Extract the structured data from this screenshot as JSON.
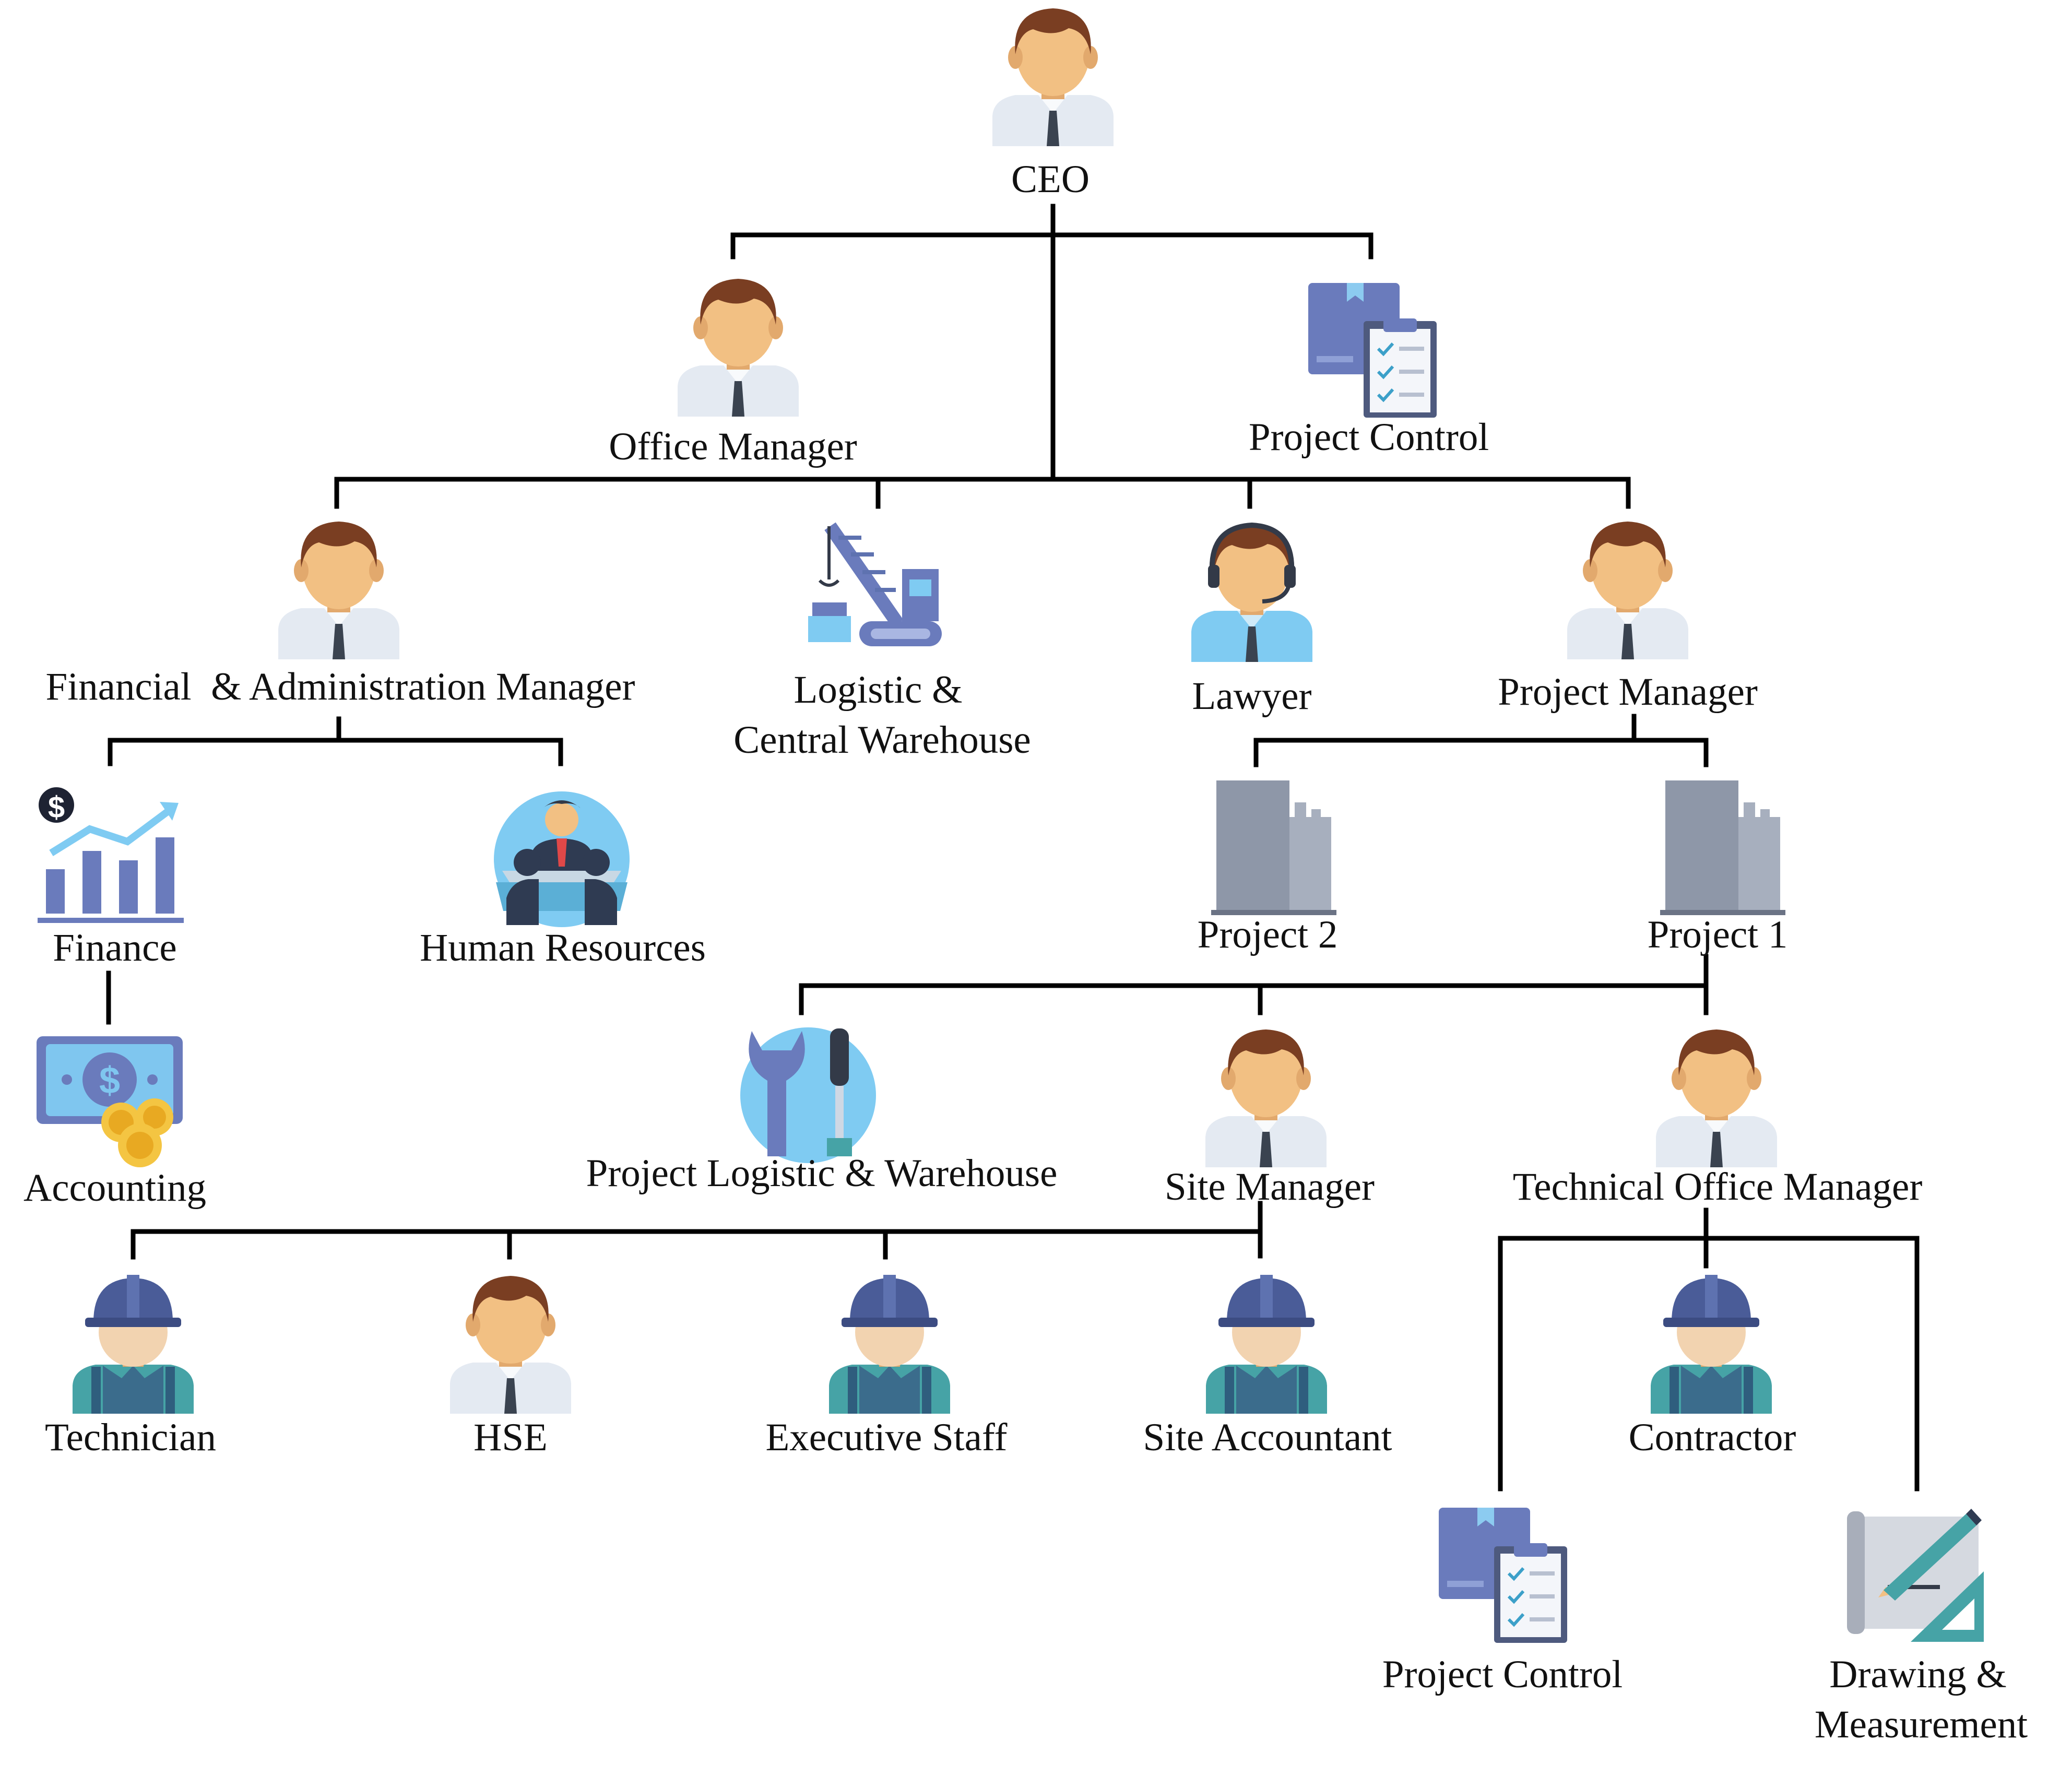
{
  "colors": {
    "line": "#000000",
    "text": "#111111",
    "skin": "#F2C083",
    "hair": "#7A3E22",
    "shirt": "#E4EAF2",
    "tie": "#3A4350",
    "slate": "#6A7BBC",
    "sky": "#7FCBF2",
    "teal": "#46A3A6",
    "helmet": "#4A5C98",
    "money": "#7FC6EF",
    "coin": "#F4C542",
    "building": "#8E97A8"
  },
  "nodes": {
    "ceo": {
      "label": "CEO",
      "icon": "manager-icon"
    },
    "office_manager": {
      "label": "Office Manager",
      "icon": "manager-icon"
    },
    "project_control_top": {
      "label": "Project Control",
      "icon": "clipboard-checklist-icon"
    },
    "fin_admin_manager": {
      "label": "Financial  & Administration Manager",
      "icon": "manager-icon"
    },
    "logistic_central": {
      "lines": [
        "Logistic &",
        "Central Warehouse"
      ],
      "icon": "crane-icon"
    },
    "lawyer": {
      "label": "Lawyer",
      "icon": "lawyer-headset-icon"
    },
    "project_manager": {
      "label": "Project Manager",
      "icon": "manager-icon"
    },
    "finance": {
      "label": "Finance",
      "icon": "growth-chart-icon"
    },
    "human_resources": {
      "label": "Human Resources",
      "icon": "meeting-icon"
    },
    "accounting": {
      "label": "Accounting",
      "icon": "banknote-coins-icon"
    },
    "project_2": {
      "label": "Project 2",
      "icon": "building-icon"
    },
    "project_1": {
      "label": "Project 1",
      "icon": "building-icon"
    },
    "project_logistic": {
      "label": "Project Logistic & Warehouse",
      "icon": "tools-icon"
    },
    "site_manager": {
      "label": "Site Manager",
      "icon": "manager-icon"
    },
    "technical_office_manager": {
      "label": "Technical Office Manager",
      "icon": "manager-icon"
    },
    "technician": {
      "label": "Technician",
      "icon": "worker-icon"
    },
    "hse": {
      "label": "HSE",
      "icon": "manager-icon"
    },
    "executive_staff": {
      "label": "Executive Staff",
      "icon": "worker-icon"
    },
    "site_accountant": {
      "label": "Site Accountant",
      "icon": "worker-icon"
    },
    "contractor": {
      "label": "Contractor",
      "icon": "worker-icon"
    },
    "project_control_bottom": {
      "label": "Project Control",
      "icon": "clipboard-checklist-icon"
    },
    "drawing_measurement": {
      "lines": [
        "Drawing &",
        "Measurement"
      ],
      "icon": "drawing-ruler-icon"
    }
  }
}
